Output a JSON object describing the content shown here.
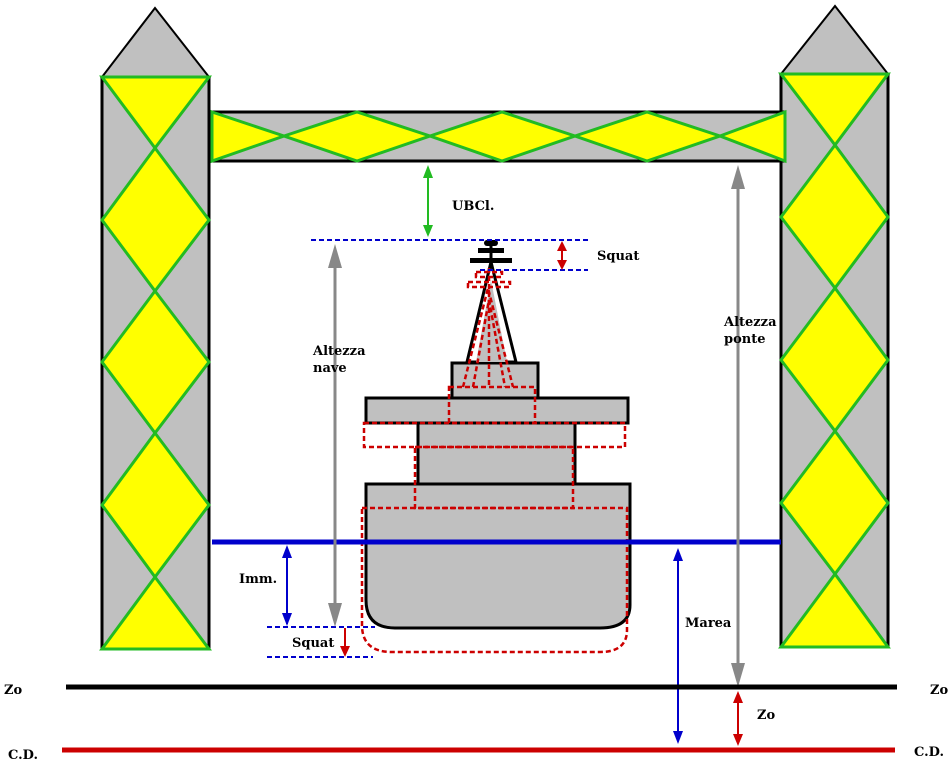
{
  "labels": {
    "ubcl": "UBCl.",
    "squat_top": "Squat",
    "altezza_nave_1": "Altezza",
    "altezza_nave_2": "nave",
    "altezza_ponte_1": "Altezza",
    "altezza_ponte_2": "ponte",
    "imm": "Imm.",
    "squat_bottom": "Squat",
    "marea": "Marea",
    "zo_left": "Zo",
    "zo_right": "Zo",
    "zo_mid": "Zo",
    "cd_left": "C.D.",
    "cd_right": "C.D."
  },
  "colors": {
    "tower_fill": "#c0c0c0",
    "pattern_fill": "#ffff00",
    "pattern_stroke": "#22bb22",
    "water": "#0000cc",
    "squat_red": "#cc0000",
    "gray_arrow": "#888888",
    "ubcl_arrow": "#22bb22"
  }
}
